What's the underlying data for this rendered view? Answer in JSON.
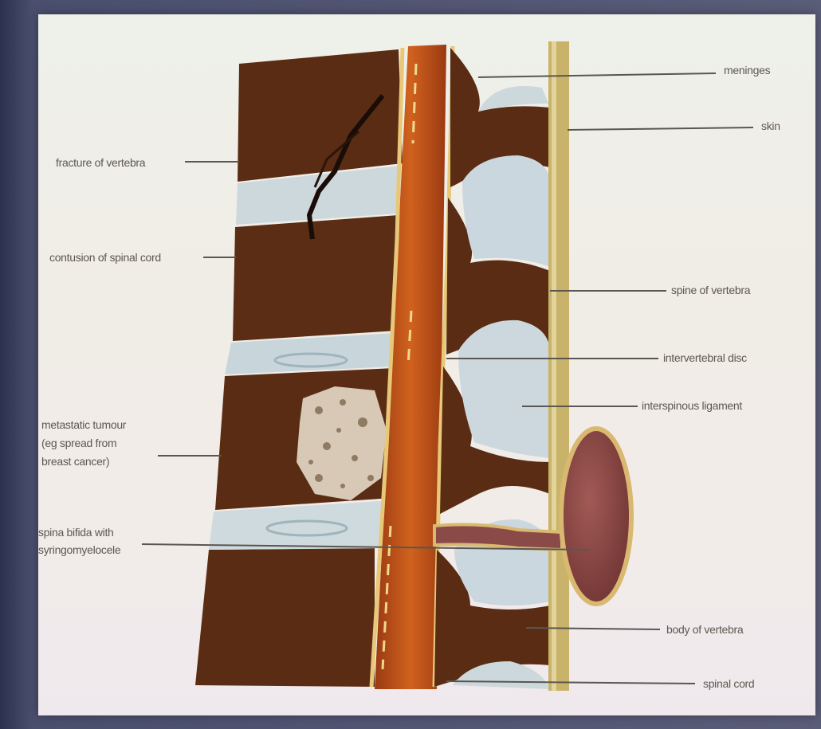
{
  "labels": {
    "meninges": "meninges",
    "skin": "skin",
    "fracture": "fracture of vertebra",
    "contusion": "contusion of spinal cord",
    "spine": "spine of vertebra",
    "disc": "intervertebral disc",
    "ligament": "interspinous ligament",
    "tumour_1": "metastatic tumour",
    "tumour_2": "(eg spread from",
    "tumour_3": "breast cancer)",
    "bifida_1": "spina bifida with",
    "bifida_2": "syringomyelocele",
    "body": "body of vertebra",
    "cord": "spinal cord"
  },
  "colors": {
    "bone": "#5a2c14",
    "disc": "#cdd8dc",
    "cord": "#b8501a",
    "meninges": "#e8c878",
    "skin": "#c9b36a",
    "cyst": "#8a4a48"
  }
}
